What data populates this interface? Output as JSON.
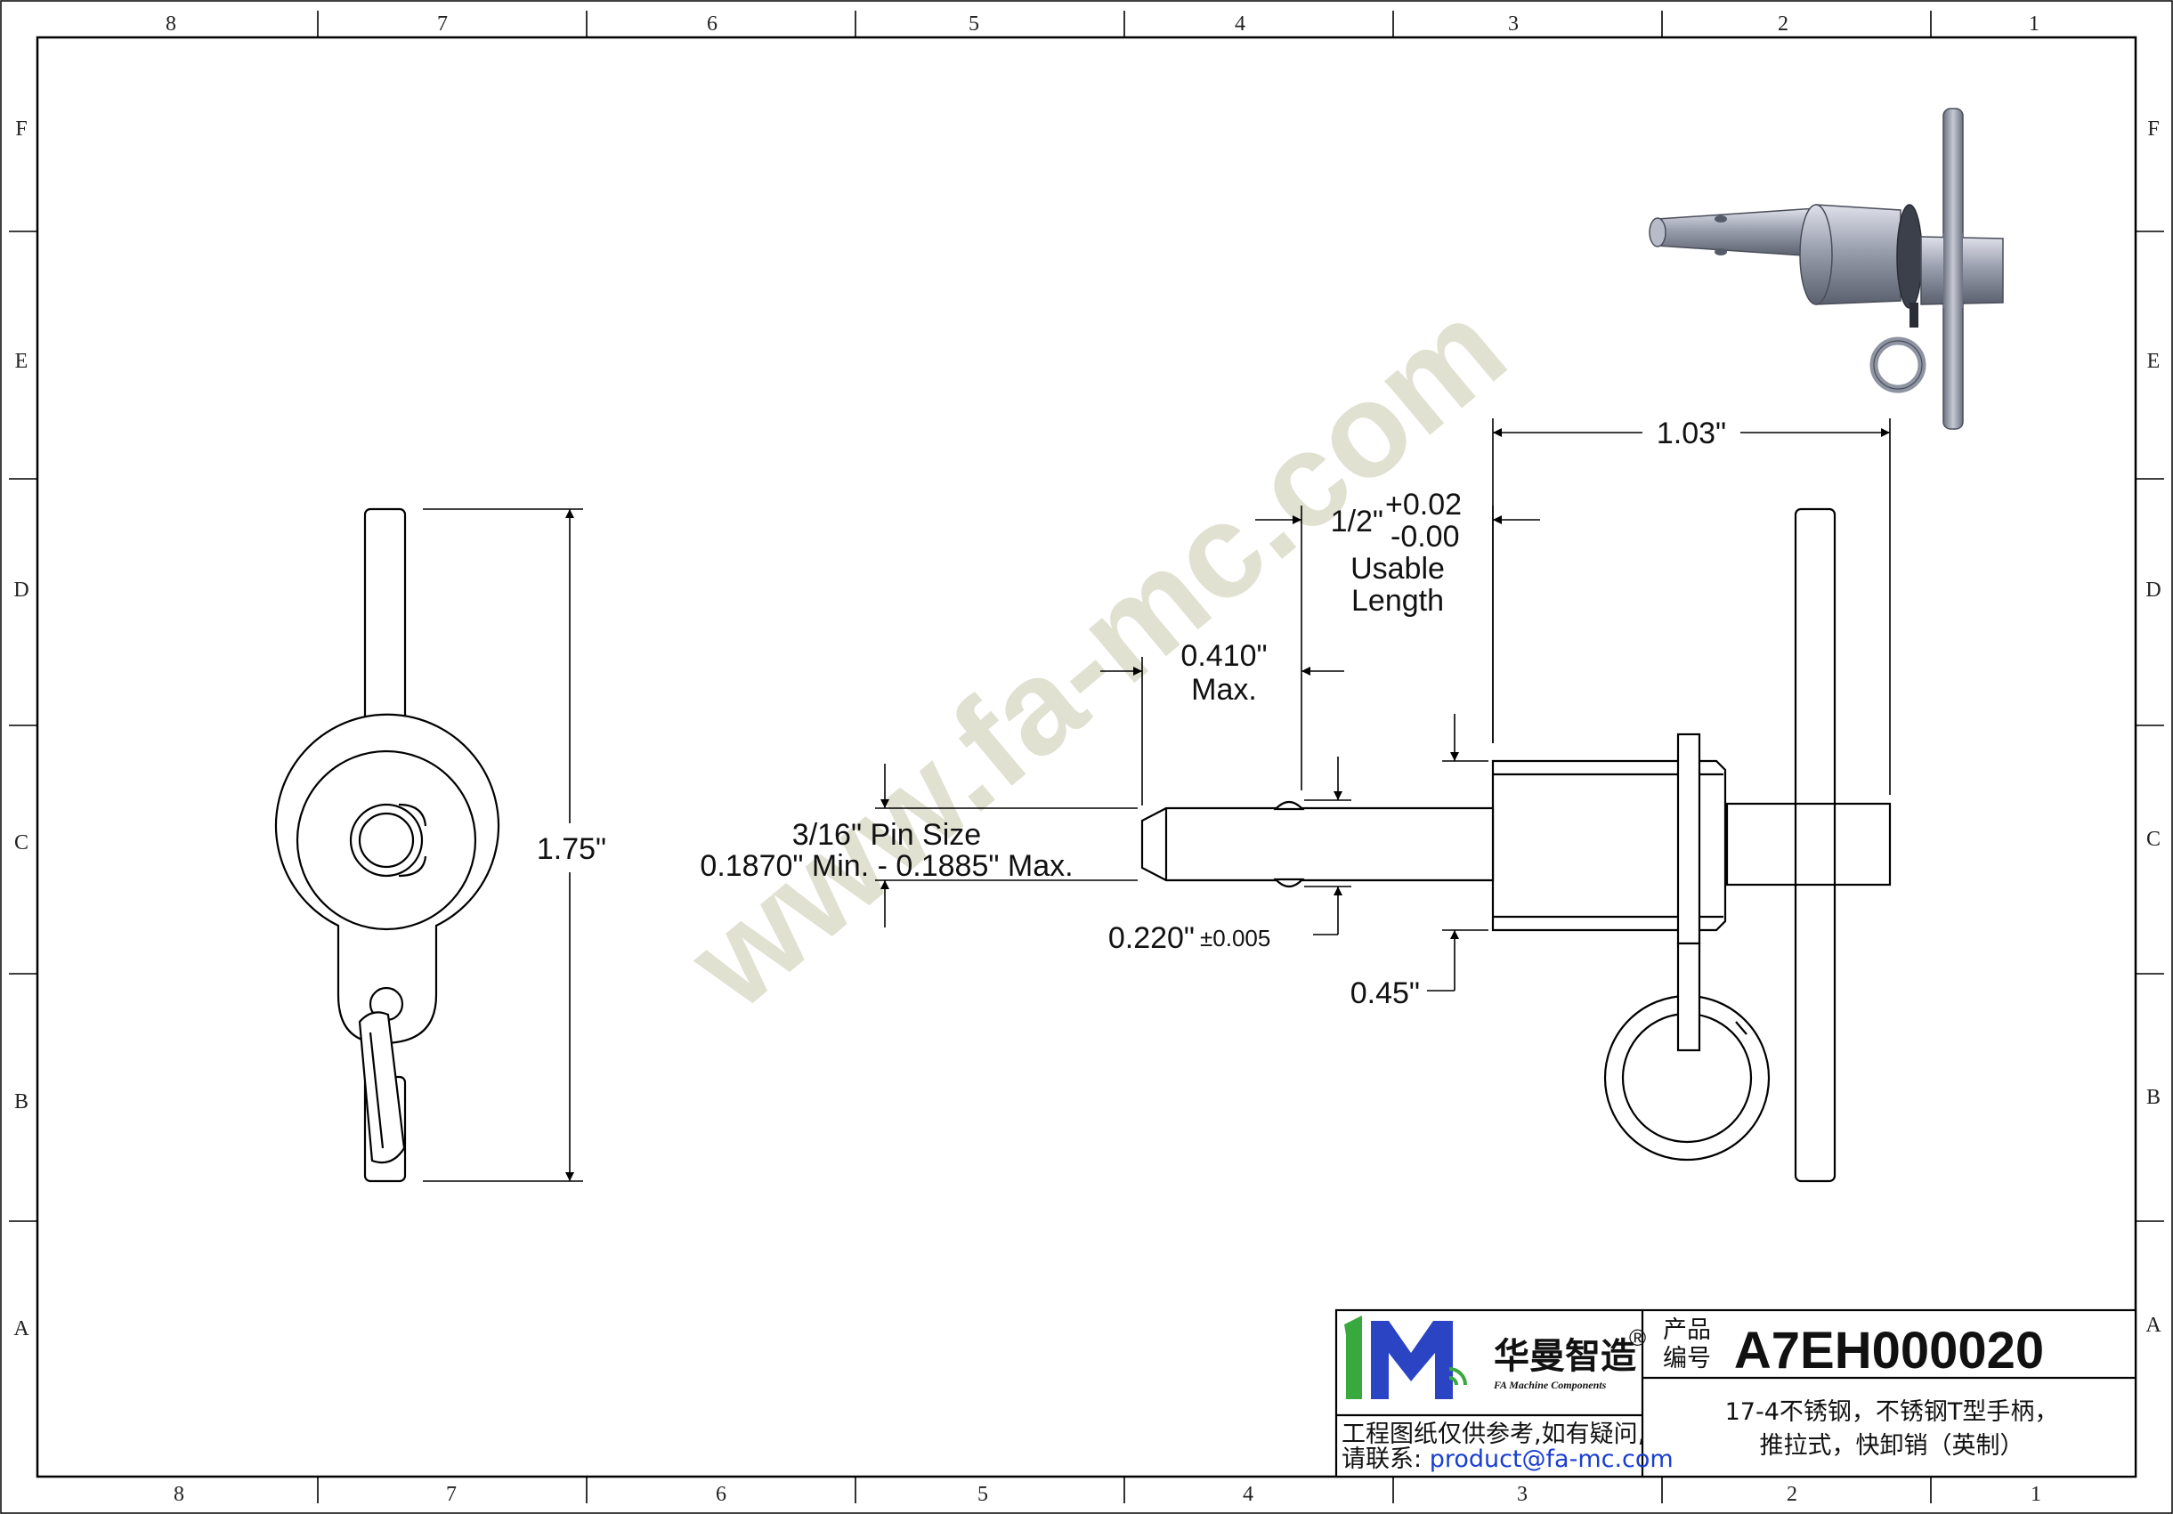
{
  "drawing": {
    "columns": [
      "8",
      "7",
      "6",
      "5",
      "4",
      "3",
      "2",
      "1"
    ],
    "rows": [
      "F",
      "E",
      "D",
      "C",
      "B",
      "A"
    ],
    "watermark": "www.fa-mc.com"
  },
  "dimensions": {
    "overall_height": "1.75\"",
    "length_1_03": "1.03\"",
    "usable_main": "1/2\"",
    "usable_plus": "+0.02",
    "usable_minus": "-0.00",
    "usable_label_1": "Usable",
    "usable_label_2": "Length",
    "max_0410": "0.410\"",
    "max_label": "Max.",
    "pin_size": "3/16\" Pin Size",
    "pin_range": "0.1870\" Min. - 0.1885\" Max.",
    "ball_dia_main": "0.220\"",
    "ball_dia_tol": "±0.005",
    "collar_045": "0.45\""
  },
  "title_block": {
    "logo_mark": "1M",
    "logo_cn": "华曼智造",
    "logo_reg": "®",
    "logo_en": "FA Machine Components",
    "product_label_1": "产品",
    "product_label_2": "编号",
    "product_code": "A7EH000020",
    "description_1": "17-4不锈钢，不锈钢T型手柄，",
    "description_2": "推拉式，快卸销（英制）",
    "note_1": "工程图纸仅供参考,如有疑问,",
    "note_2": "请联系: ",
    "contact": "product@fa-mc.com"
  }
}
